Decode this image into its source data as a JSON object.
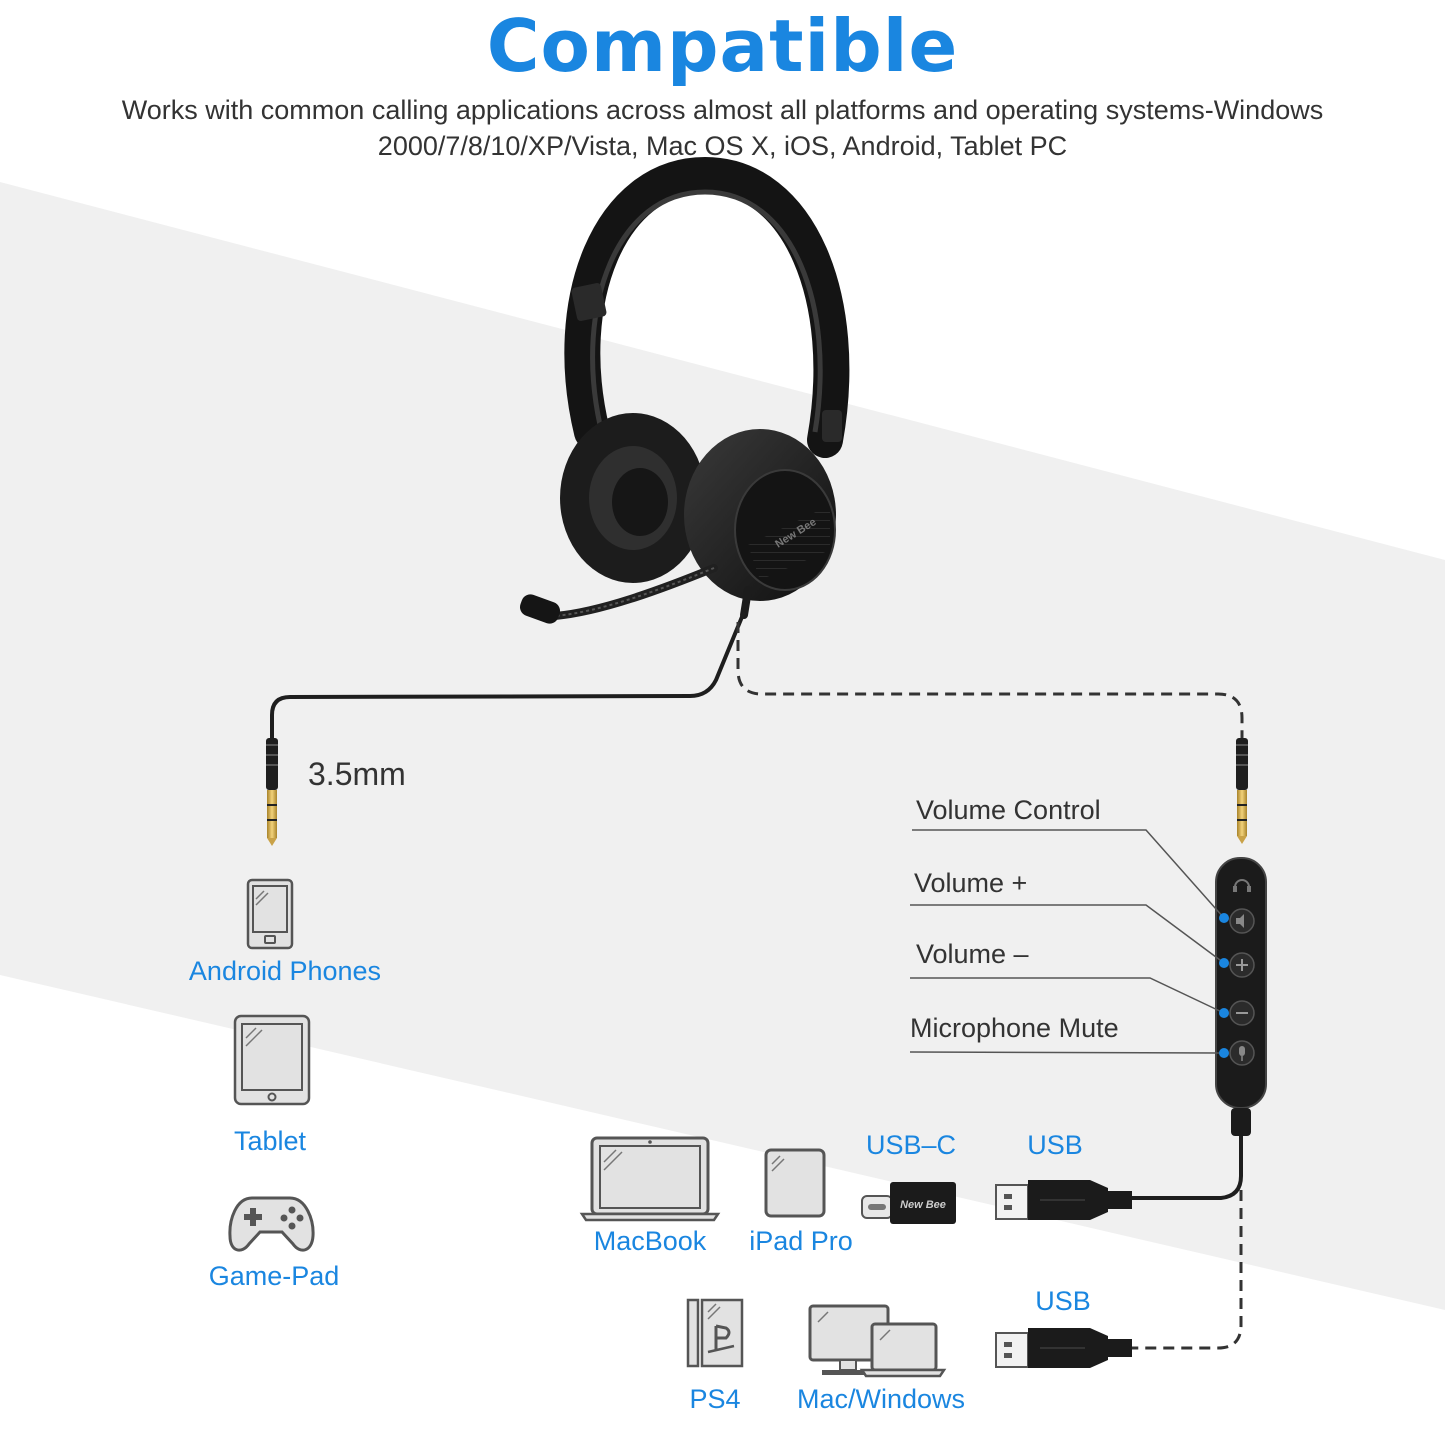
{
  "header": {
    "title": "Compatible",
    "subtitle_line1": "Works with common calling applications across almost all platforms and operating systems-Windows",
    "subtitle_line2": "2000/7/8/10/XP/Vista, Mac OS X, iOS, Android, Tablet PC"
  },
  "headset": {
    "brand": "New Bee",
    "jack_size": "3.5mm"
  },
  "devices_35mm": [
    {
      "label": "Android Phones",
      "icon": "smartphone-icon"
    },
    {
      "label": "Tablet",
      "icon": "tablet-icon"
    },
    {
      "label": "Game-Pad",
      "icon": "gamepad-icon"
    }
  ],
  "controls": {
    "volume_control": "Volume Control",
    "volume_plus": "Volume +",
    "volume_minus": "Volume –",
    "mic_mute": "Microphone Mute"
  },
  "usb_devices": {
    "macbook": "MacBook",
    "ipad_pro": "iPad Pro",
    "usb_c": "USB–C",
    "usb_top": "USB",
    "usb_bottom": "USB",
    "ps4": "PS4",
    "mac_windows": "Mac/Windows",
    "adapter_brand": "New Bee"
  },
  "colors": {
    "accent": "#1a86e0",
    "text": "#333333",
    "device_fill": "#e2e2e2",
    "device_stroke": "#555555",
    "headset": "#1c1c1c"
  }
}
